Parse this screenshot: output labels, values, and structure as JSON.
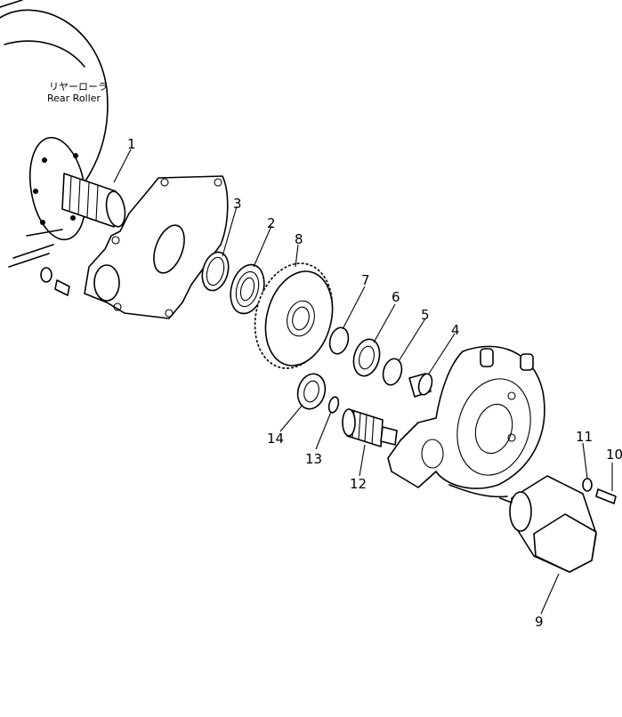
{
  "roller_label": {
    "jp": "リヤーローラ",
    "en": "Rear Roller"
  },
  "parts": [
    "1",
    "2",
    "3",
    "4",
    "5",
    "6",
    "7",
    "8",
    "9",
    "10",
    "11",
    "12",
    "13",
    "14"
  ]
}
